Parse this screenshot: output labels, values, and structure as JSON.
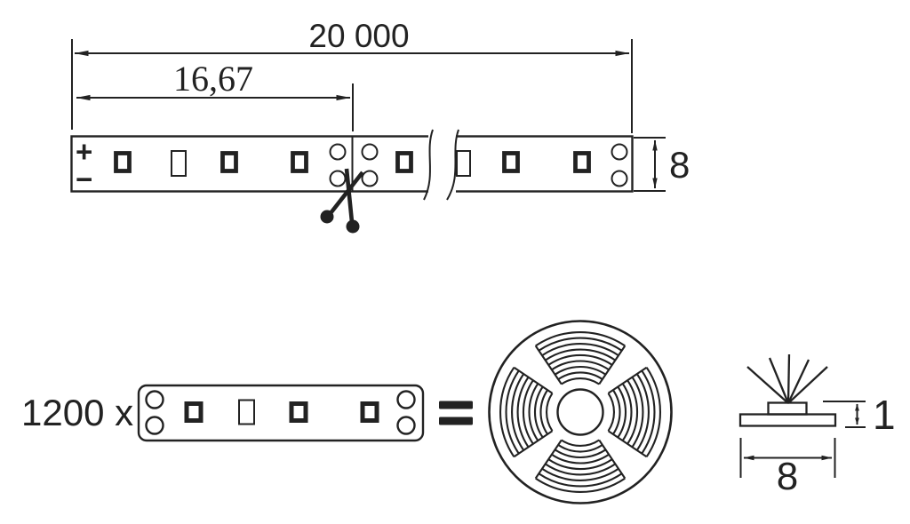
{
  "colors": {
    "line": "#222222",
    "background": "#ffffff"
  },
  "top_drawing": {
    "total_length": "20 000",
    "cut_length": "16,67",
    "strip_width": "8",
    "polarity_plus": "+",
    "polarity_minus": "−"
  },
  "bottom_drawing": {
    "multiplier": "1200 x",
    "profile_height": "1",
    "profile_width": "8"
  },
  "icons": {
    "scissors-icon": "crossed blades with round handles (cut here)",
    "break-mark-icon": "double S-curve length-break lines",
    "reel-icon": "tape reel with four wound arc sectors and hub",
    "equals-icon": "thick double-bar equals",
    "led-chip-icon": "thick-bordered square",
    "resistor-icon": "thin-bordered rectangle",
    "solder-pad-icon": "small circle pad",
    "light-rays-icon": "fan of light rays"
  }
}
